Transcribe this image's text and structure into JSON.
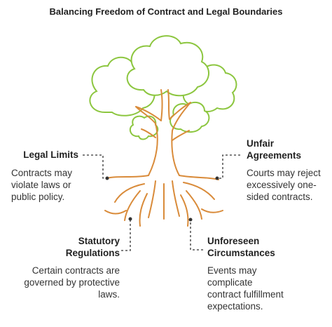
{
  "title": "Balancing Freedom of Contract and Legal Boundaries",
  "items": [
    {
      "title": "Legal Limits",
      "text": "Contracts may violate laws or public policy."
    },
    {
      "title": "Unfair Agreements",
      "text": "Courts may reject excessively one-sided contracts."
    },
    {
      "title": "Statutory Regulations",
      "text": "Certain contracts are governed by protective laws."
    },
    {
      "title": "Unforeseen Circumstances",
      "text": "Events may complicate contract fulfillment expectations."
    }
  ],
  "colors": {
    "foliage": "#8cc63f",
    "trunk": "#d98b3a",
    "text": "#222222",
    "connector": "#333333"
  }
}
